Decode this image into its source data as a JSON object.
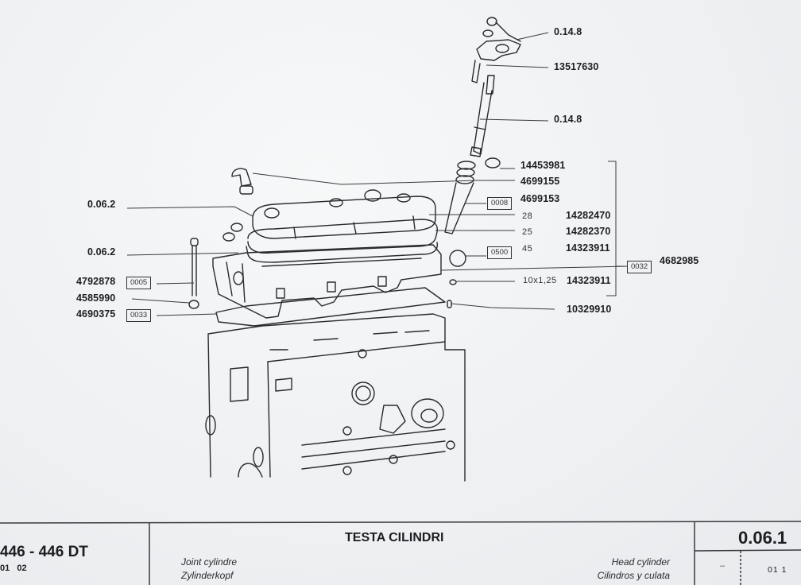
{
  "drawing": {
    "callouts_right": [
      {
        "part": "0.14.8"
      },
      {
        "part": "13517630"
      },
      {
        "part": "0.14.8"
      },
      {
        "part": "14453981"
      },
      {
        "part": "4699155"
      },
      {
        "part": "4699153",
        "code": "0008"
      },
      {
        "qty": "28",
        "part": "14282470"
      },
      {
        "qty": "25",
        "part": "14282370"
      },
      {
        "qty": "45",
        "part": "14323911",
        "code": "0500"
      },
      {
        "qty": "10x1,25",
        "part": "14323911"
      },
      {
        "part": "10329910"
      }
    ],
    "group": {
      "part": "4682985",
      "code": "0032"
    },
    "callouts_left": [
      {
        "part": "0.06.2"
      },
      {
        "part": "0.06.2"
      },
      {
        "part": "4792878",
        "code": "0005"
      },
      {
        "part": "4585990"
      },
      {
        "part": "4690375",
        "code": "0033"
      }
    ]
  },
  "footer": {
    "model": "446 - 446 DT",
    "model_sub": "01   02",
    "title": "TESTA CILINDRI",
    "fr": "Joint cylindre",
    "de": "Zylinderkopf",
    "en": "Head cylinder",
    "es": "Cilindros y culata",
    "section_code": "0.06.1",
    "dash": "–",
    "revision": "01 1"
  }
}
